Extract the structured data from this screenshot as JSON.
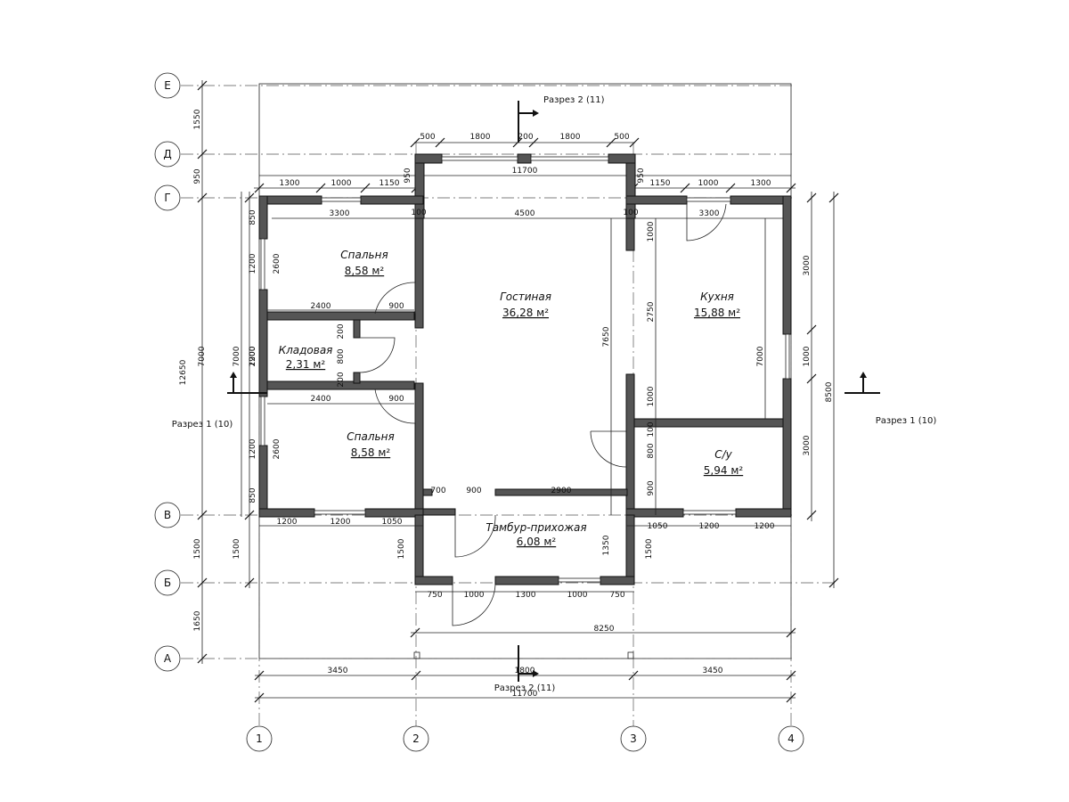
{
  "axes_letters": [
    "Е",
    "Д",
    "Г",
    "В",
    "Б",
    "А"
  ],
  "axes_numbers": [
    "1",
    "2",
    "3",
    "4"
  ],
  "rooms": [
    {
      "name": "Спальня",
      "area": "8,58 м²"
    },
    {
      "name": "Кладовая",
      "area": "2,31 м²"
    },
    {
      "name": "Спальня",
      "area": "8,58 м²"
    },
    {
      "name": "Гостиная",
      "area": "36,28 м²"
    },
    {
      "name": "Кухня",
      "area": "15,88 м²"
    },
    {
      "name": "С/у",
      "area": "5,94 м²"
    },
    {
      "name": "Тамбур-прихожая",
      "area": "6,08 м²"
    }
  ],
  "sections": {
    "section1": "Разрез 1 (10)",
    "section2": "Разрез 2 (11)"
  },
  "dims": {
    "left_outer": [
      "1550",
      "950",
      "12650",
      "1500",
      "1650"
    ],
    "left_inner": [
      "7000",
      "1500"
    ],
    "left_wall": [
      "850",
      "1200",
      "2900",
      "1200",
      "850",
      "7000"
    ],
    "left_room": [
      "2600",
      "1200",
      "800",
      "2600"
    ],
    "top_living": [
      "500",
      "1800",
      "200",
      "1800",
      "500"
    ],
    "top_living_total": "11700",
    "top_left": [
      "1300",
      "1000",
      "1150"
    ],
    "top_right": [
      "1150",
      "1000",
      "1300"
    ],
    "top_950_left": "950",
    "top_950_right": "950",
    "inner_top": [
      "3300",
      "4500",
      "3300"
    ],
    "inner_misc": [
      "2400",
      "900",
      "2400",
      "900",
      "200",
      "200",
      "100",
      "100"
    ],
    "living_v": [
      "7650"
    ],
    "kitchen_left_v": [
      "1000",
      "2750",
      "1000",
      "100",
      "800",
      "900"
    ],
    "right_v": [
      "7000",
      "3000",
      "1000",
      "3000",
      "8500"
    ],
    "bottom_left": [
      "1200",
      "1200",
      "1050"
    ],
    "bottom_right": [
      "1050",
      "1200",
      "1200"
    ],
    "bottom_hall": [
      "700",
      "900",
      "2900"
    ],
    "hall_v": [
      "1500",
      "1350",
      "1500"
    ],
    "porch_bottom": [
      "750",
      "1000",
      "1300",
      "1000",
      "750"
    ],
    "porch_total": "8250",
    "bottom_overall": [
      "3450",
      "1800",
      "3450"
    ],
    "bottom_total": "11700"
  }
}
